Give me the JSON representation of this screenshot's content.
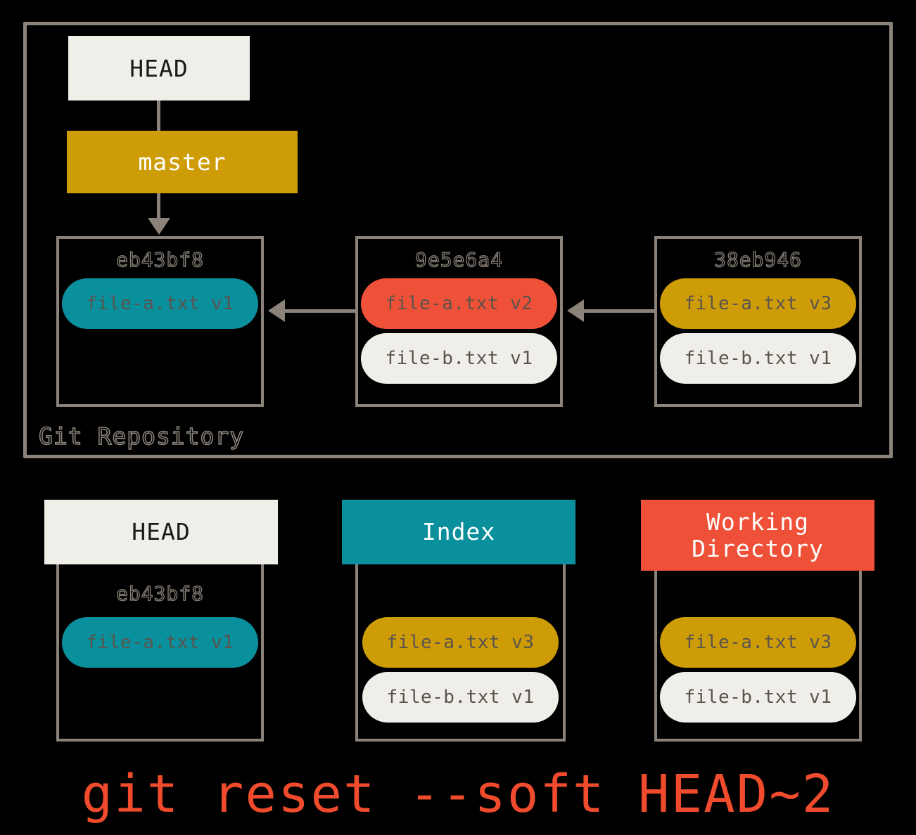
{
  "diagram": {
    "title": "git reset --soft HEAD~2",
    "command": "git reset --soft HEAD~2",
    "colors": {
      "background": "#000000",
      "border": "#8b837a",
      "cream": "#efeee8",
      "teal": "#0a8f9c",
      "gold": "#ce9c06",
      "red": "#ef5138",
      "command_text": "#ef4b2c",
      "pill_text": "#5a544d"
    }
  },
  "repository": {
    "label": "Git Repository",
    "head_ref": "HEAD",
    "branch_ref": "master",
    "commits": [
      {
        "hash": "eb43bf8",
        "files": [
          {
            "name": "file-a.txt v1",
            "color": "teal"
          }
        ]
      },
      {
        "hash": "9e5e6a4",
        "files": [
          {
            "name": "file-a.txt v2",
            "color": "red"
          },
          {
            "name": "file-b.txt v1",
            "color": "cream"
          }
        ]
      },
      {
        "hash": "38eb946",
        "files": [
          {
            "name": "file-a.txt v3",
            "color": "gold"
          },
          {
            "name": "file-b.txt v1",
            "color": "cream"
          }
        ]
      }
    ]
  },
  "areas": [
    {
      "title": "HEAD",
      "header_color": "cream",
      "hash": "eb43bf8",
      "files": [
        {
          "name": "file-a.txt v1",
          "color": "teal"
        }
      ]
    },
    {
      "title": "Index",
      "header_color": "teal",
      "hash": "",
      "files": [
        {
          "name": "file-a.txt v3",
          "color": "gold"
        },
        {
          "name": "file-b.txt v1",
          "color": "cream"
        }
      ]
    },
    {
      "title": "Working\nDirectory",
      "title_line1": "Working",
      "title_line2": "Directory",
      "header_color": "red",
      "hash": "",
      "files": [
        {
          "name": "file-a.txt v3",
          "color": "gold"
        },
        {
          "name": "file-b.txt v1",
          "color": "cream"
        }
      ]
    }
  ]
}
